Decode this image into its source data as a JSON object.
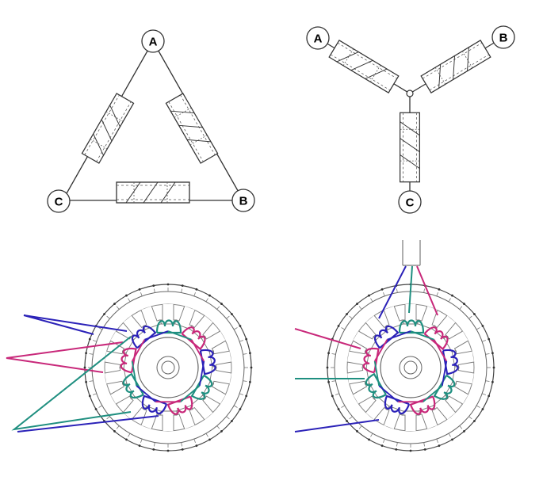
{
  "delta": {
    "label_a": "A",
    "label_b": "B",
    "label_c": "C"
  },
  "wye": {
    "label_a": "A",
    "label_b": "B",
    "label_c": "C"
  },
  "colors": {
    "phase_a": "#2b22b8",
    "phase_b": "#c8287a",
    "phase_c": "#1f8f80",
    "line": "#333333",
    "stator": "#555555"
  },
  "icons": [
    "coil-icon",
    "stator-icon",
    "rotor-icon"
  ]
}
